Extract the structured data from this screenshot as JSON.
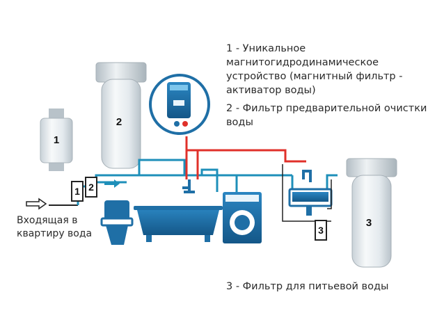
{
  "legend": {
    "item1": "1 - Уникальное магнитогидродинамическое устройство (магнитный фильтр - активатор воды)",
    "item2": "2 - Фильтр предварительной очистки воды",
    "item3": "3 - Фильтр для питьевой воды"
  },
  "inlet_label": "Входящая в квартиру вода",
  "labels": {
    "magnetic_filter": "1",
    "prefilter": "2",
    "drinking_filter": "3",
    "inline_marker_1": "1",
    "inline_marker_2": "2",
    "inline_marker_3": "3"
  },
  "colors": {
    "cold_pipe": "#1e8fb9",
    "hot_pipe": "#e0302a",
    "fixture_blue": "#1f6fa6",
    "filter_housing": "#e6ecef"
  }
}
